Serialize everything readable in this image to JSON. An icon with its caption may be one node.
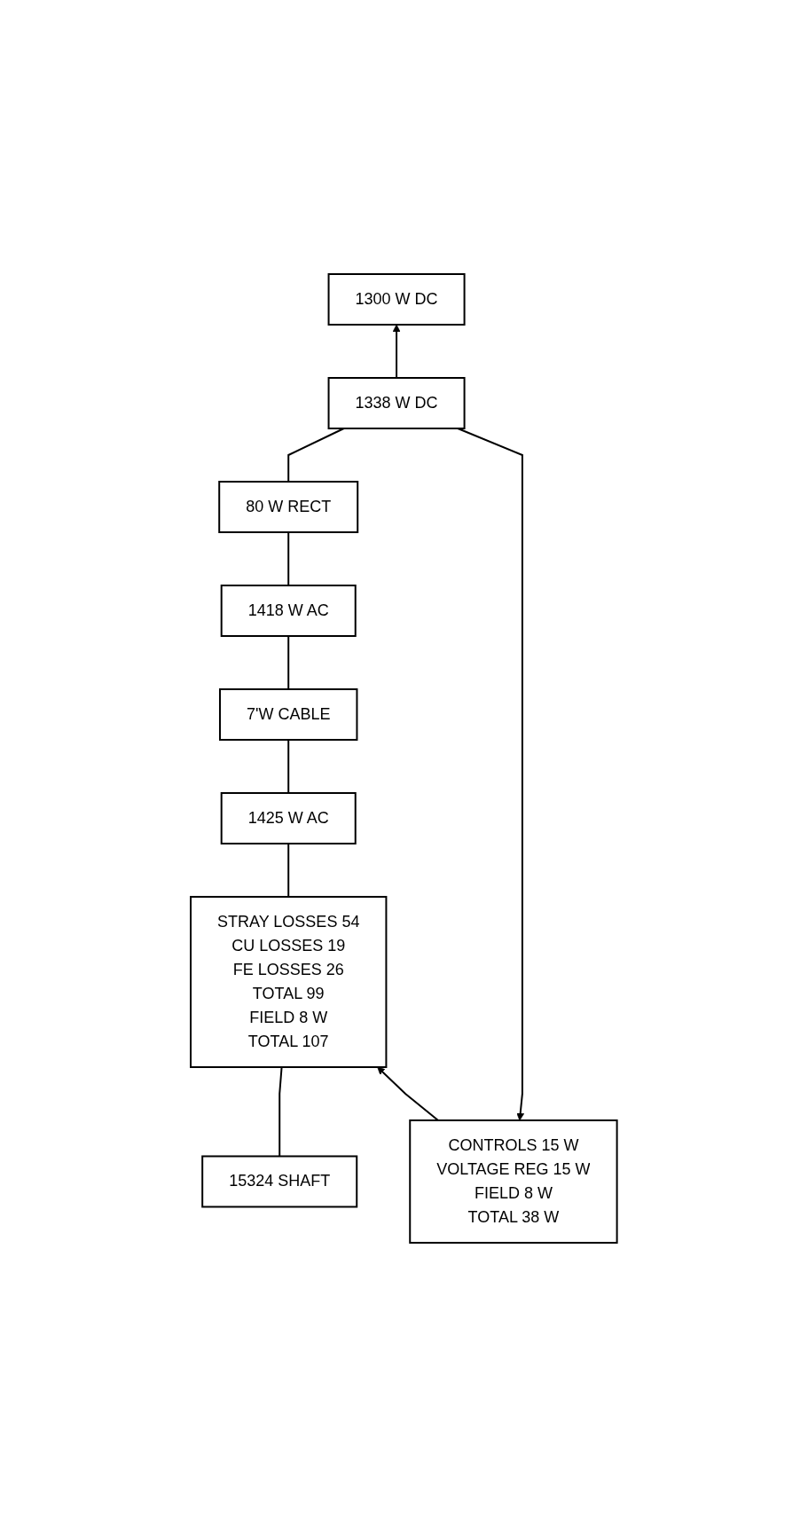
{
  "diagram": {
    "nodes": [
      {
        "text": [
          "1300 W DC"
        ]
      },
      {
        "text": [
          "CONTROLS 15 W",
          "VOLTAGE REG 15 W",
          "FIELD 8 W",
          "TOTAL 38 W"
        ]
      },
      {
        "text": [
          "1338 W DC"
        ]
      },
      {
        "text": [
          "80 W RECT"
        ]
      },
      {
        "text": [
          "1418 W AC"
        ]
      },
      {
        "text": [
          "7'W CABLE"
        ]
      },
      {
        "text": [
          "1425 W AC"
        ]
      },
      {
        "text": [
          "STRAY LOSSES 54",
          "CU LOSSES 19",
          "FE LOSSES 26",
          "TOTAL 99",
          "FIELD 8 W",
          "TOTAL 107"
        ]
      },
      {
        "text": [
          "15324 SHAFT"
        ]
      }
    ],
    "edges": [
      {
        "from": 2,
        "to": 0,
        "arrow": "to"
      },
      {
        "from": 2,
        "to": 1,
        "arrow": "to"
      },
      {
        "from": 3,
        "to": 2,
        "arrow": "none"
      },
      {
        "from": 4,
        "to": 3,
        "arrow": "none"
      },
      {
        "from": 5,
        "to": 4,
        "arrow": "none"
      },
      {
        "from": 6,
        "to": 5,
        "arrow": "none"
      },
      {
        "from": 7,
        "to": 6,
        "arrow": "none"
      },
      {
        "from": 8,
        "to": 7,
        "arrow": "none"
      },
      {
        "from": 1,
        "to": 7,
        "arrow": "to"
      }
    ]
  }
}
